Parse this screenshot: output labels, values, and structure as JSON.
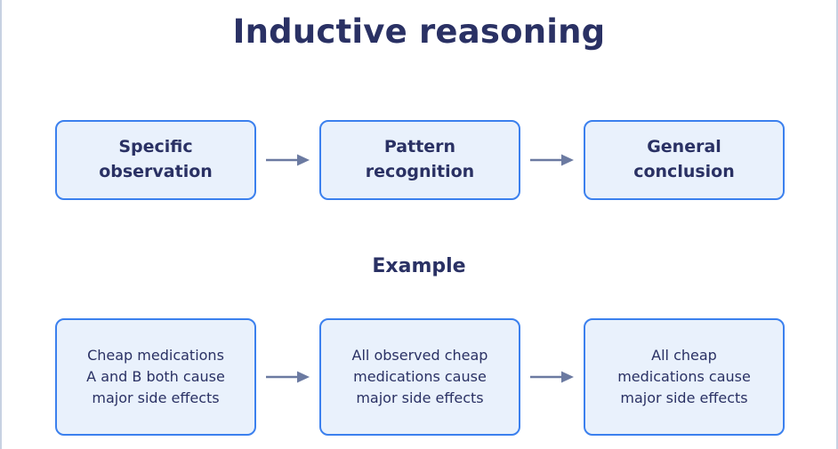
{
  "diagram": {
    "title": "Inductive reasoning",
    "flow": {
      "steps": [
        {
          "label": "Specific\nobservation"
        },
        {
          "label": "Pattern\nrecognition"
        },
        {
          "label": "General\nconclusion"
        }
      ]
    },
    "example": {
      "heading": "Example",
      "steps": [
        {
          "label": "Cheap medications\nA and B both cause\nmajor side effects"
        },
        {
          "label": "All observed cheap\nmedications cause\nmajor side effects"
        },
        {
          "label": "All cheap\nmedications cause\nmajor side effects"
        }
      ]
    },
    "colors": {
      "title_text": "#2a3164",
      "box_fill": "#e9f1fc",
      "box_border": "#3b80ee",
      "arrow": "#6b7aa1",
      "page_edge": "#c7d1e2"
    }
  }
}
